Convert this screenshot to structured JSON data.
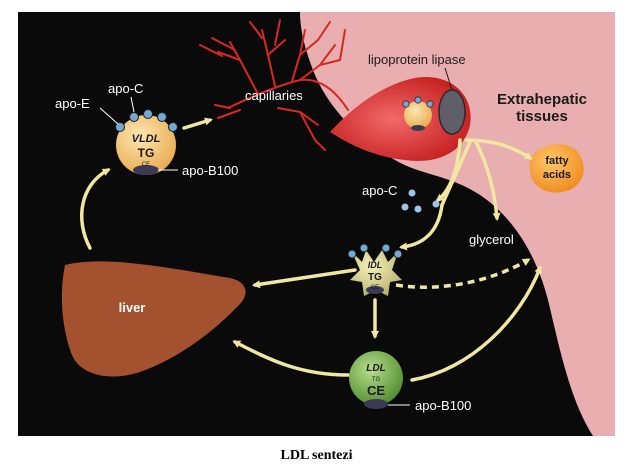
{
  "diagram": {
    "labels": {
      "apo_c_top": "apo-C",
      "apo_e": "apo-E",
      "vldl": "VLDL",
      "vldl_tg": "TG",
      "vldl_ce": "CE",
      "apo_b100_top": "apo-B100",
      "capillaries": "capillaries",
      "lipoprotein_lipase": "lipoprotein lipase",
      "extrahepatic_line1": "Extrahepatic",
      "extrahepatic_line2": "tissues",
      "fatty_line1": "fatty",
      "fatty_line2": "acids",
      "apo_c_free": "apo-C",
      "glycerol": "glycerol",
      "idl": "IDL",
      "idl_tg": "TG",
      "idl_ce": "CE",
      "liver": "liver",
      "ldl": "LDL",
      "ldl_tg": "TG",
      "ldl_ce": "CE",
      "apo_b100_bottom": "apo-B100"
    },
    "colors": {
      "background": "#0a0a0a",
      "tissue": "#e8aeb0",
      "arrow": "#f1e7a2",
      "liver": "#a3512e",
      "capillary": "#d8281f",
      "vldl": "#f5c77e",
      "idl": "#dcd795",
      "ldl": "#7fb155",
      "fatty_acids": "#f7a53c",
      "apo_dot": "#6fa9d6"
    }
  },
  "caption": "LDL sentezi"
}
